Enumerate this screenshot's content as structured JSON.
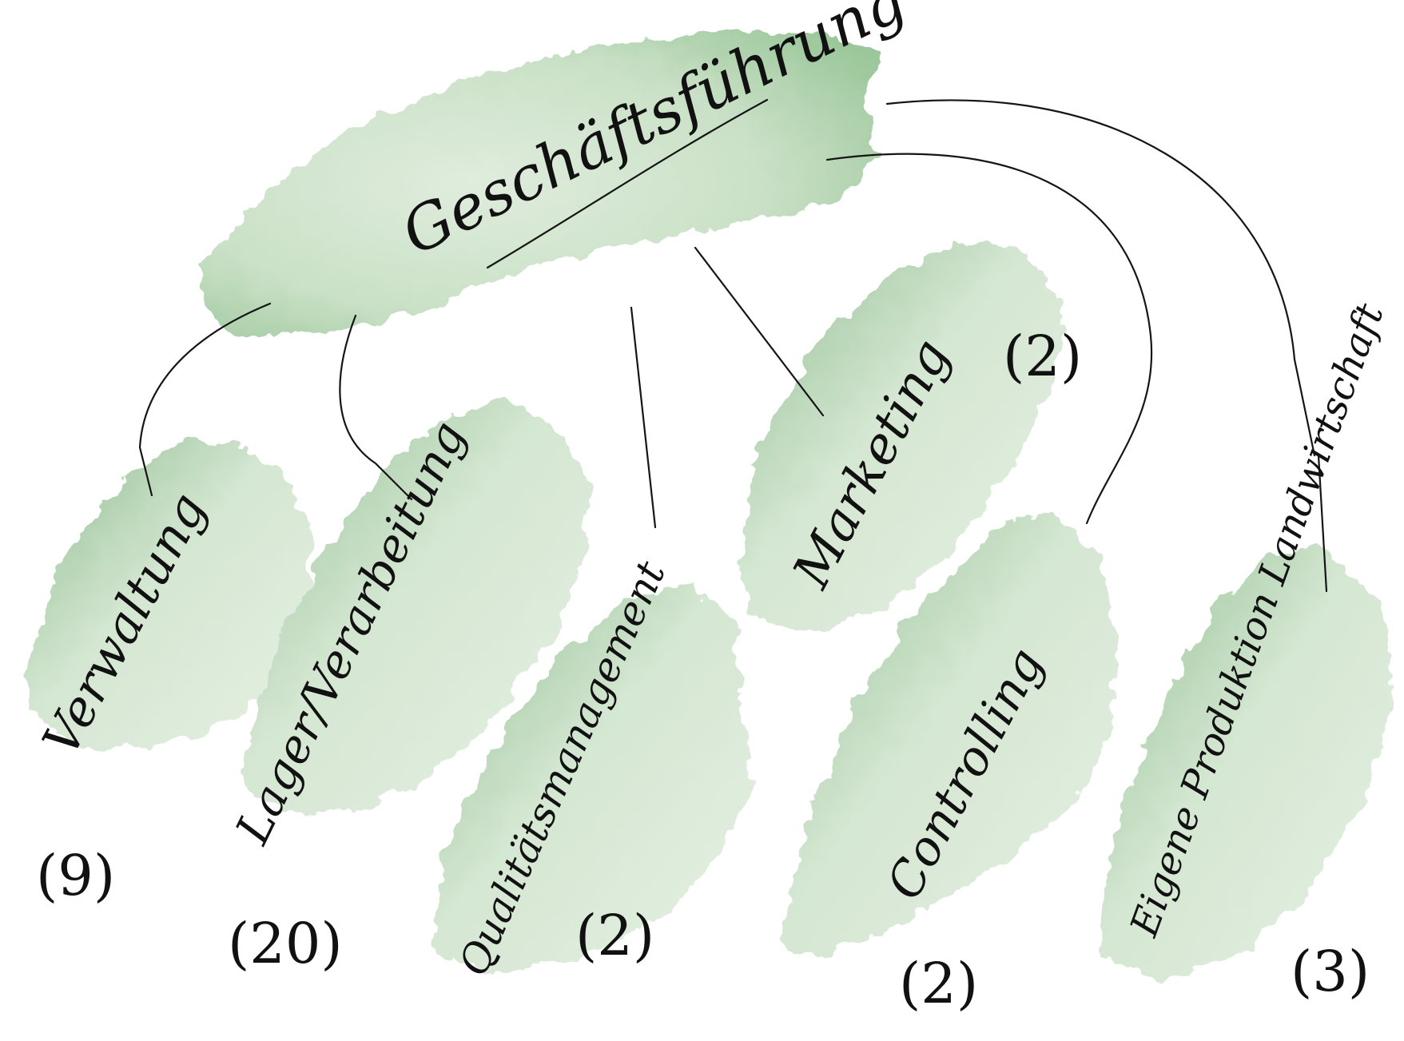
{
  "colors": {
    "wash": "#4c9a5a",
    "wash_dark": "#2f7a3e",
    "ink": "#111111",
    "background": "#ffffff"
  },
  "root": {
    "label": "Geschäftsführung"
  },
  "departments": [
    {
      "label": "Verwaltung",
      "count": "(9)"
    },
    {
      "label": "Lager/Verarbeitung",
      "count": "(20)"
    },
    {
      "label": "Qualitätsmanagement",
      "count": "(2)"
    },
    {
      "label": "Marketing",
      "count": "(2)"
    },
    {
      "label": "Controlling",
      "count": "(2)"
    },
    {
      "label": "Eigene Produktion Landwirtschaft",
      "count": "(3)"
    }
  ]
}
